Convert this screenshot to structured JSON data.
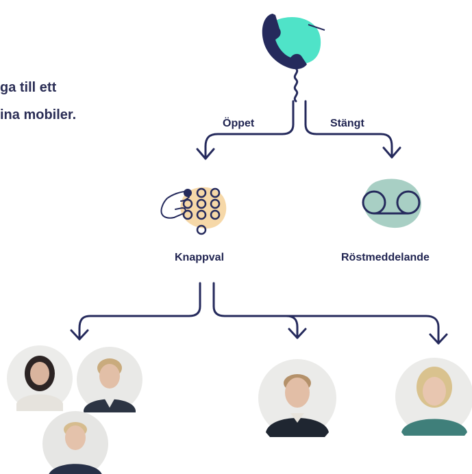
{
  "intro": {
    "line1": "ga till ett",
    "line2": "ina mobiler."
  },
  "branches": {
    "open_label": "Öppet",
    "closed_label": "Stängt"
  },
  "nodes": {
    "keypad_label": "Knappval",
    "voicemail_label": "Röstmeddelande"
  },
  "colors": {
    "navy": "#252a5c",
    "mint": "#4fe3c8",
    "peach": "#f6d8a8",
    "sage": "#a8cfc4"
  },
  "icons": [
    "phone-handset-icon",
    "keypad-icon",
    "voicemail-icon"
  ]
}
